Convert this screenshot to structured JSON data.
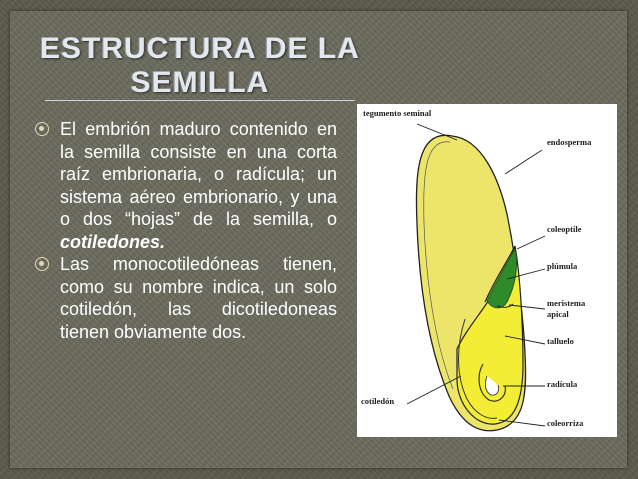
{
  "slide": {
    "title": "ESTRUCTURA DE LA SEMILLA",
    "bullets": [
      {
        "text": "El embrión maduro contenido en la semilla consiste en una corta raíz embrionaria, o radícula; un sistema aéreo embrionario, y una o dos “hojas” de la semilla, o ",
        "emphasis": "cotiledones."
      },
      {
        "text": "Las monocotiledóneas tienen, como su nombre indica, un solo cotiledón, las dicotiledoneas tienen obviamente dos."
      }
    ]
  },
  "figure": {
    "labels": {
      "tegumento": "tegumento seminal",
      "endosperma": "endosperma",
      "coleoptilo": "coleoptile",
      "plumula": "plúmula",
      "meristema_1": "meristema",
      "meristema_2": "apical",
      "talluelo": "talluelo",
      "cotiledon": "cotiledón",
      "radicula": "radícula",
      "coleorriza": "coleorriza"
    },
    "colors": {
      "endosperm": "#ece56a",
      "embryo": "#f3ee35",
      "plumule": "#2f8a2a",
      "outline": "#222222"
    }
  }
}
